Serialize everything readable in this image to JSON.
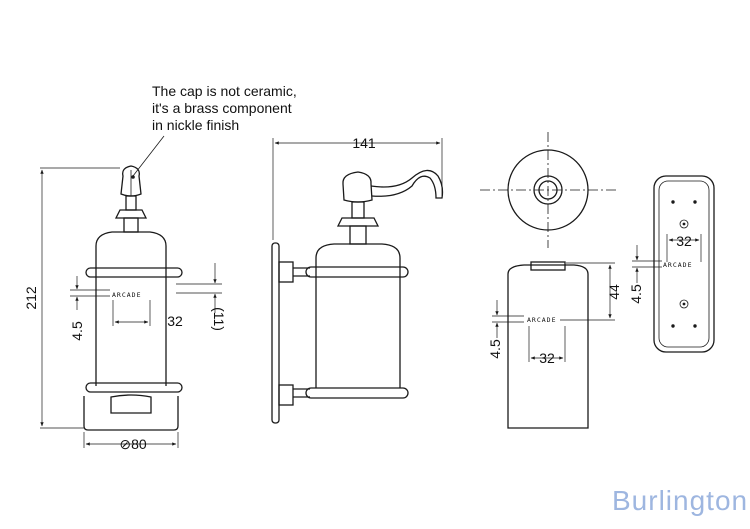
{
  "annotation": {
    "line1": "The cap is not ceramic,",
    "line2": "it's a brass component",
    "line3": "in nickle finish"
  },
  "front_view": {
    "height": "212",
    "diameter": "⊘80",
    "offset_small": "4.5",
    "hole_spacing": "32",
    "gap": "(11)",
    "brand": "ARCADE"
  },
  "side_view": {
    "width": "141"
  },
  "plate_view": {
    "hole_spacing": "32",
    "offset_small": "4.5",
    "brand": "ARCADE"
  },
  "bottle_view": {
    "height": "44",
    "offset_small": "4.5",
    "hole_spacing": "32",
    "brand": "ARCADE"
  },
  "brand_logo": "Burlington",
  "colors": {
    "line": "#1a1a1a",
    "logo": "#9eb6e0"
  }
}
